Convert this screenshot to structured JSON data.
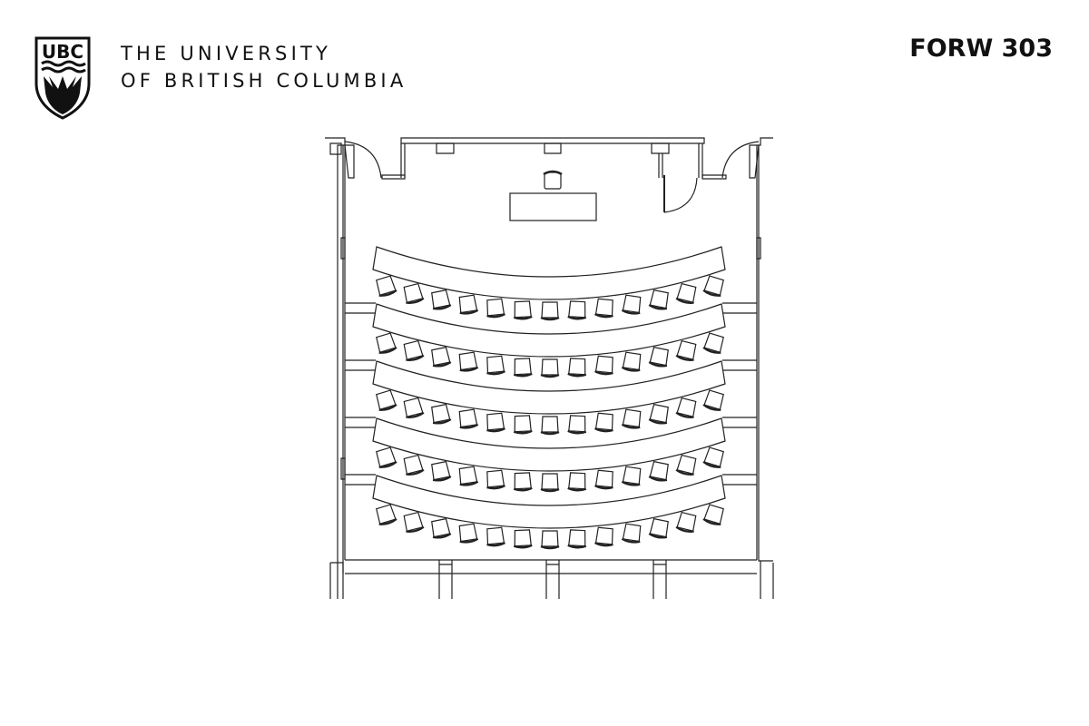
{
  "header": {
    "logo_text": "UBC",
    "university_line1": "THE UNIVERSITY",
    "university_line2": "OF BRITISH COLUMBIA",
    "room_name": "FORW 303"
  },
  "floor_plan": {
    "seating_rows": 5,
    "seats_per_row": 13,
    "line_color": "#222222"
  }
}
